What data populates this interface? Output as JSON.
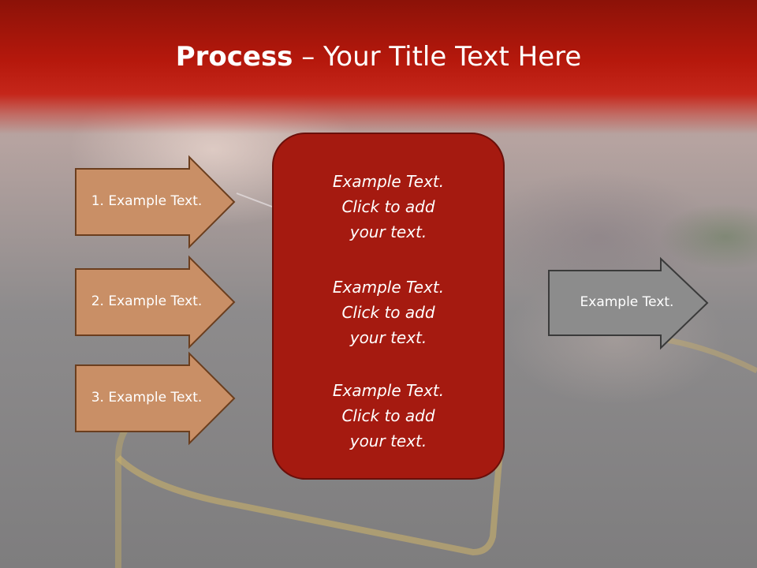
{
  "title": {
    "bold": "Process",
    "rest": " – Your Title Text Here"
  },
  "left_steps": [
    {
      "label": "1. Example Text."
    },
    {
      "label": "2. Example Text."
    },
    {
      "label": "3. Example Text."
    }
  ],
  "center_blocks": [
    {
      "line1": "Example Text.",
      "line2": "Click  to add",
      "line3": "your text."
    },
    {
      "line1": "Example Text.",
      "line2": "Click  to add",
      "line3": "your text."
    },
    {
      "line1": "Example Text.",
      "line2": "Click  to add",
      "line3": "your text."
    }
  ],
  "output": {
    "label": "Example Text."
  },
  "colors": {
    "header": "#b5180c",
    "left_arrow_fill": "#c98f66",
    "center_box_fill": "#a51a10",
    "output_arrow_fill": "#8c8c8c"
  },
  "icons": [
    "right-arrow-shape",
    "right-arrow-shape",
    "right-arrow-shape",
    "right-arrow-shape"
  ]
}
